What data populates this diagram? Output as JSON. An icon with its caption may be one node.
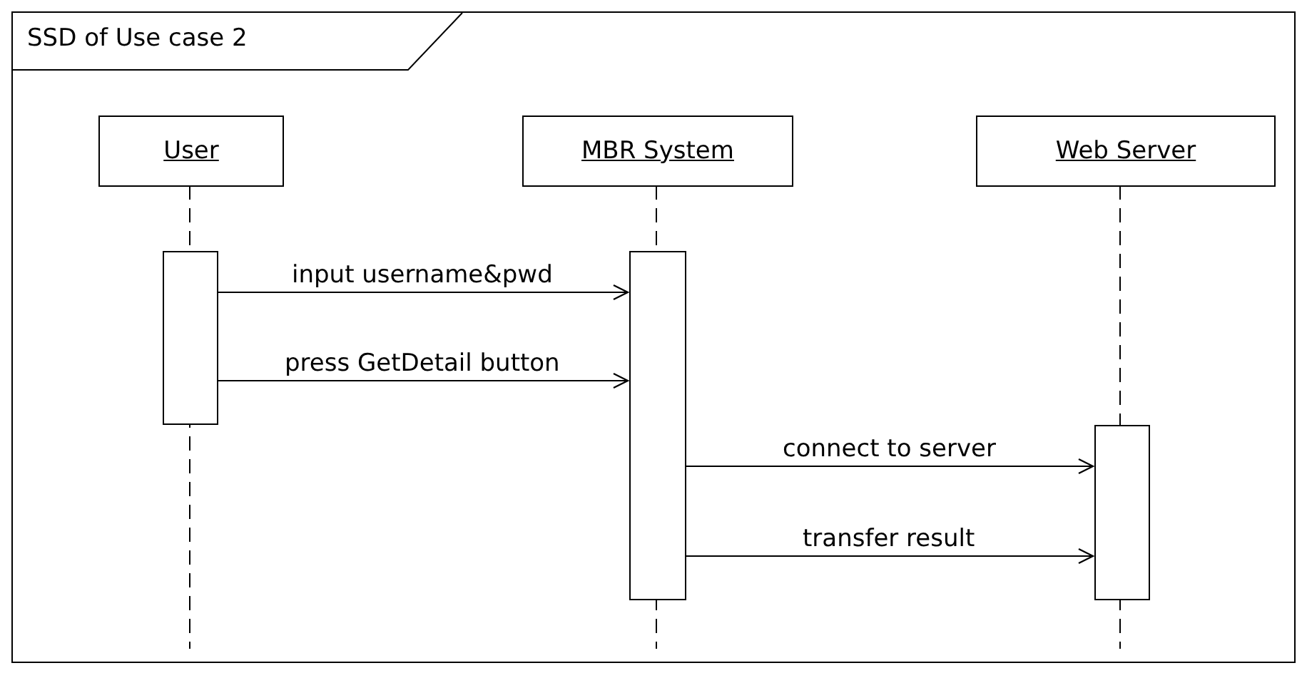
{
  "diagram": {
    "nodes": [
      {
        "text": [
          "SSD of Use case 2"
        ]
      },
      {
        "text": [
          "User"
        ],
        "in": 0
      },
      {
        "text": [
          "MBR System"
        ],
        "in": 0
      },
      {
        "text": [
          "Web Server"
        ],
        "in": 0
      },
      {
        "text": [],
        "shape": "bar",
        "in": 0
      },
      {
        "text": [],
        "shape": "bar",
        "in": 0
      },
      {
        "text": [],
        "shape": "bar",
        "in": 0
      }
    ],
    "edges": [
      {
        "from": 4,
        "to": 5,
        "arrow": "to",
        "label": "input username&pwd"
      },
      {
        "from": 4,
        "to": 5,
        "arrow": "to",
        "label": "press GetDetail button"
      },
      {
        "from": 5,
        "to": 6,
        "arrow": "to",
        "label": "connect to server"
      },
      {
        "from": 5,
        "to": 6,
        "arrow": "to",
        "label": "transfer result"
      }
    ]
  }
}
